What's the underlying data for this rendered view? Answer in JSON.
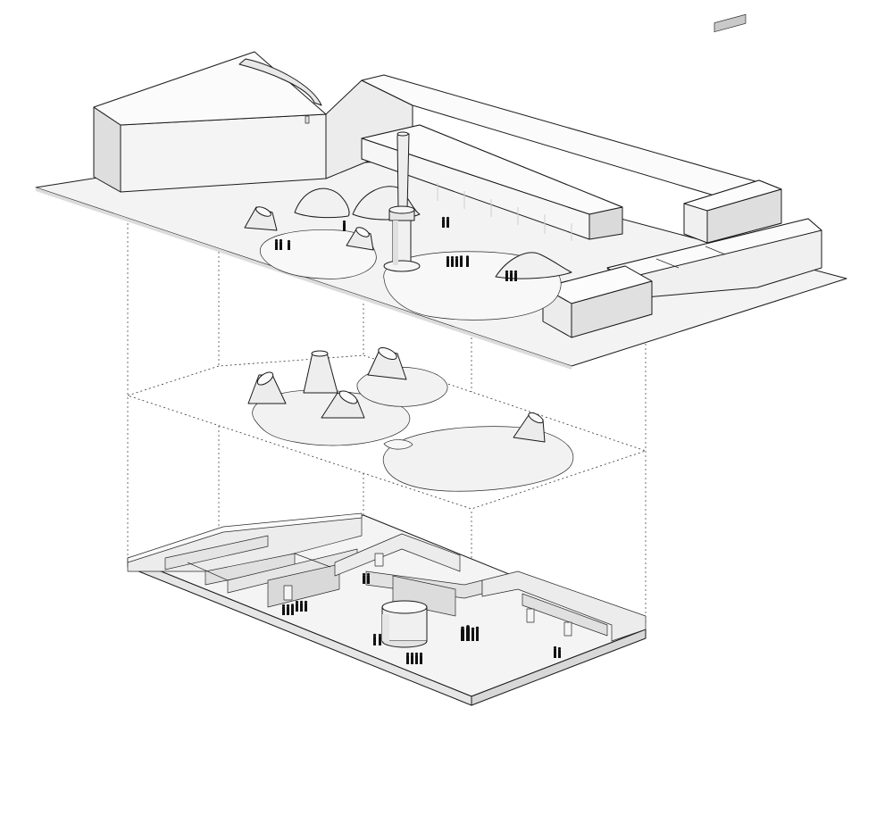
{
  "diagram": {
    "type": "exploded-axonometric",
    "layers": [
      "roof-landscape-plan",
      "skylight-mound-layer",
      "exhibition-floor-plan"
    ],
    "colors": {
      "background": "#ffffff",
      "paper": "#f3f3f3",
      "roof": "#f8f8f8",
      "wall_side": "#e2e2e2",
      "wall_dark": "#d6d6d6",
      "ink": "#1a1a1a",
      "figure": "#111111"
    }
  }
}
